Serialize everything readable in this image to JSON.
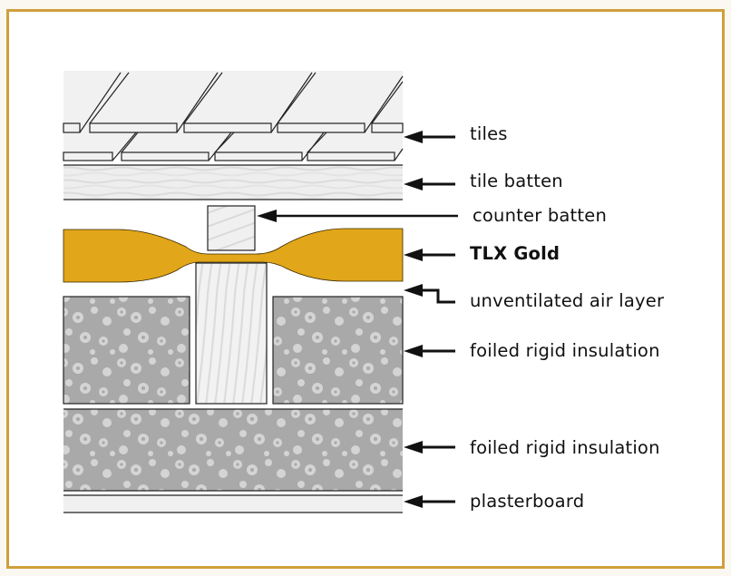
{
  "diagram": {
    "title": "Roof cross-section with TLX Gold",
    "layers": [
      {
        "id": "tiles",
        "label": "tiles",
        "bold": false
      },
      {
        "id": "tile-batten",
        "label": "tile batten",
        "bold": false
      },
      {
        "id": "counter-batten",
        "label": "counter batten",
        "bold": false
      },
      {
        "id": "tlx-gold",
        "label": "TLX Gold",
        "bold": true
      },
      {
        "id": "air-layer",
        "label": "unventilated air layer",
        "bold": false
      },
      {
        "id": "insulation-upper",
        "label": "foiled rigid insulation",
        "bold": false
      },
      {
        "id": "insulation-lower",
        "label": "foiled rigid insulation",
        "bold": false
      },
      {
        "id": "plasterboard",
        "label": "plasterboard",
        "bold": false
      }
    ],
    "colors": {
      "frame": "#d09f3c",
      "tlx_gold": "#e1a619",
      "insulation": "#a9a9a9",
      "insulation_speckle": "#d3d3d3",
      "timber": "#efefef",
      "tile": "#f1f1f1",
      "plasterboard": "#f0f0f0"
    }
  }
}
